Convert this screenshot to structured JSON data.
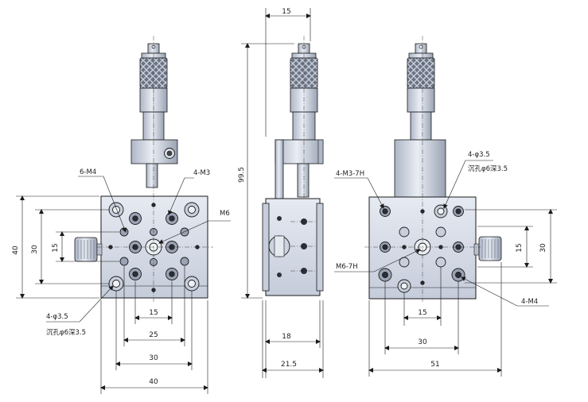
{
  "front_view": {
    "dimensions": {
      "height_40": "40",
      "height_30": "30",
      "height_15": "15",
      "width_15": "15",
      "width_25": "25",
      "width_30": "30",
      "width_40": "40"
    },
    "callouts": {
      "holes_m4": "6-M4",
      "holes_m3": "4-M3",
      "center_m6": "M6",
      "counterbore_line1": "4-φ3.5",
      "counterbore_line2": "沉孔φ6深3.5"
    }
  },
  "side_view": {
    "dimensions": {
      "top_width_15": "15",
      "total_height_99_5": "99.5",
      "base_18": "18",
      "base_21_5": "21.5"
    }
  },
  "back_view": {
    "dimensions": {
      "height_15": "15",
      "height_30": "30",
      "width_15": "15",
      "width_30": "30",
      "width_51": "51"
    },
    "callouts": {
      "threaded_m3": "4-M3-7H",
      "threaded_m6": "M6-7H",
      "through_holes_line1": "4-φ3.5",
      "through_holes_line2": "沉孔φ6深3.5",
      "holes_m4": "4-M4"
    }
  },
  "colors": {
    "line": "#1a1a1a",
    "metal_light": "#e3e8f1",
    "metal_mid": "#c4ccdb",
    "metal_dark": "#8d96a8",
    "knurl": "#5a6272"
  }
}
